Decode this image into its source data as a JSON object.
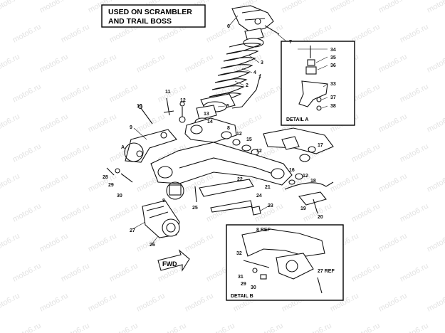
{
  "header": {
    "line1": "USED ON SCRAMBLER",
    "line2": "AND TRAIL BOSS"
  },
  "watermark": "moto6.ru",
  "fwd_label": "FWD",
  "detail_a": {
    "title": "DETAIL A",
    "callouts": [
      "34",
      "35",
      "36",
      "33",
      "37",
      "38"
    ]
  },
  "detail_b": {
    "title": "DETAIL B",
    "callouts": [
      "8 REF",
      "32",
      "31",
      "29",
      "30",
      "27 REF"
    ]
  },
  "callouts": {
    "c1": "1",
    "c2": "2",
    "c3": "3",
    "c4": "4",
    "c5": "5",
    "c6": "6",
    "c7": "7",
    "c8a": "8",
    "c8b": "8",
    "c9": "9",
    "c10": "10",
    "c11": "11",
    "c12a": "12",
    "c12b": "12",
    "c12c": "12",
    "c12d": "12",
    "c13": "13",
    "c14": "14",
    "c15": "15",
    "c16": "16",
    "c17": "17",
    "c18": "18",
    "c19": "19",
    "c20": "20",
    "c21": "21",
    "c22": "22",
    "c23": "23",
    "c24": "24",
    "c25": "25",
    "c26": "26",
    "c27": "27",
    "c28": "28",
    "c29": "29",
    "c30": "30",
    "cA": "A"
  }
}
